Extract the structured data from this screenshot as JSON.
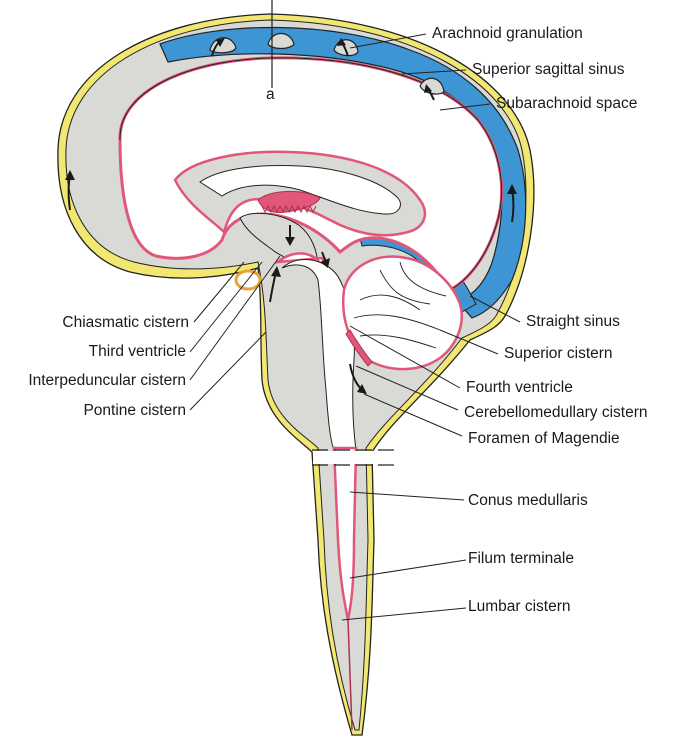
{
  "colors": {
    "csf_gray": "#d9d9d6",
    "venous_blue": "#3d95d3",
    "pia_pink": "#e0577a",
    "dura_yellow": "#f2e871",
    "outline": "#222222",
    "arrow": "#1a1a1a"
  },
  "marker": {
    "text": "a"
  },
  "labels": {
    "arachnoid_granulation": "Arachnoid granulation",
    "superior_sagittal_sinus": "Superior sagittal sinus",
    "subarachnoid_space": "Subarachnoid space",
    "straight_sinus": "Straight sinus",
    "superior_cistern": "Superior cistern",
    "fourth_ventricle": "Fourth ventricle",
    "cerebellomedullary_cistern": "Cerebellomedullary cistern",
    "foramen_of_magendie": "Foramen of Magendie",
    "conus_medullaris": "Conus medullaris",
    "filum_terminale": "Filum terminale",
    "lumbar_cistern": "Lumbar cistern",
    "chiasmatic_cistern": "Chiasmatic cistern",
    "third_ventricle": "Third ventricle",
    "interpeduncular_cistern": "Interpeduncular cistern",
    "pontine_cistern": "Pontine cistern"
  }
}
